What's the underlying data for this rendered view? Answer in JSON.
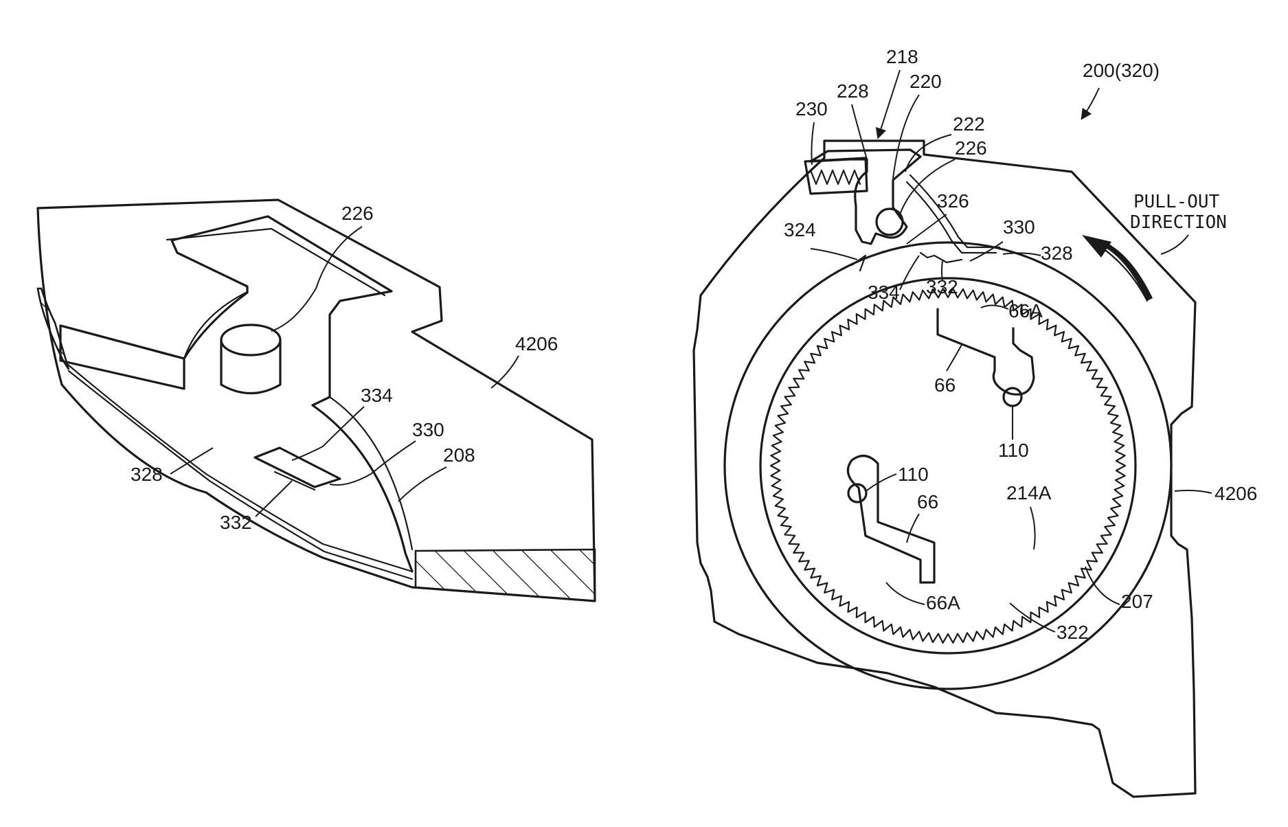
{
  "left_view": {
    "labels": {
      "part_226": "226",
      "part_4206": "4206",
      "part_334": "334",
      "part_330": "330",
      "part_208": "208",
      "part_328": "328",
      "part_332": "332"
    }
  },
  "right_view": {
    "labels": {
      "assembly": "200(320)",
      "part_218": "218",
      "part_228": "228",
      "part_220": "220",
      "part_230": "230",
      "part_222": "222",
      "part_226": "226",
      "part_326": "326",
      "part_330": "330",
      "part_324": "324",
      "part_328": "328",
      "part_334": "334",
      "part_332": "332",
      "part_66a_top": "66A",
      "part_66_top": "66",
      "part_110_right": "110",
      "part_110_left": "110",
      "part_66_bottom": "66",
      "part_214a": "214A",
      "part_4206": "4206",
      "part_66a_bottom": "66A",
      "part_207": "207",
      "part_322": "322"
    },
    "direction_label": {
      "line1": "PULL-OUT",
      "line2": "DIRECTION"
    }
  }
}
